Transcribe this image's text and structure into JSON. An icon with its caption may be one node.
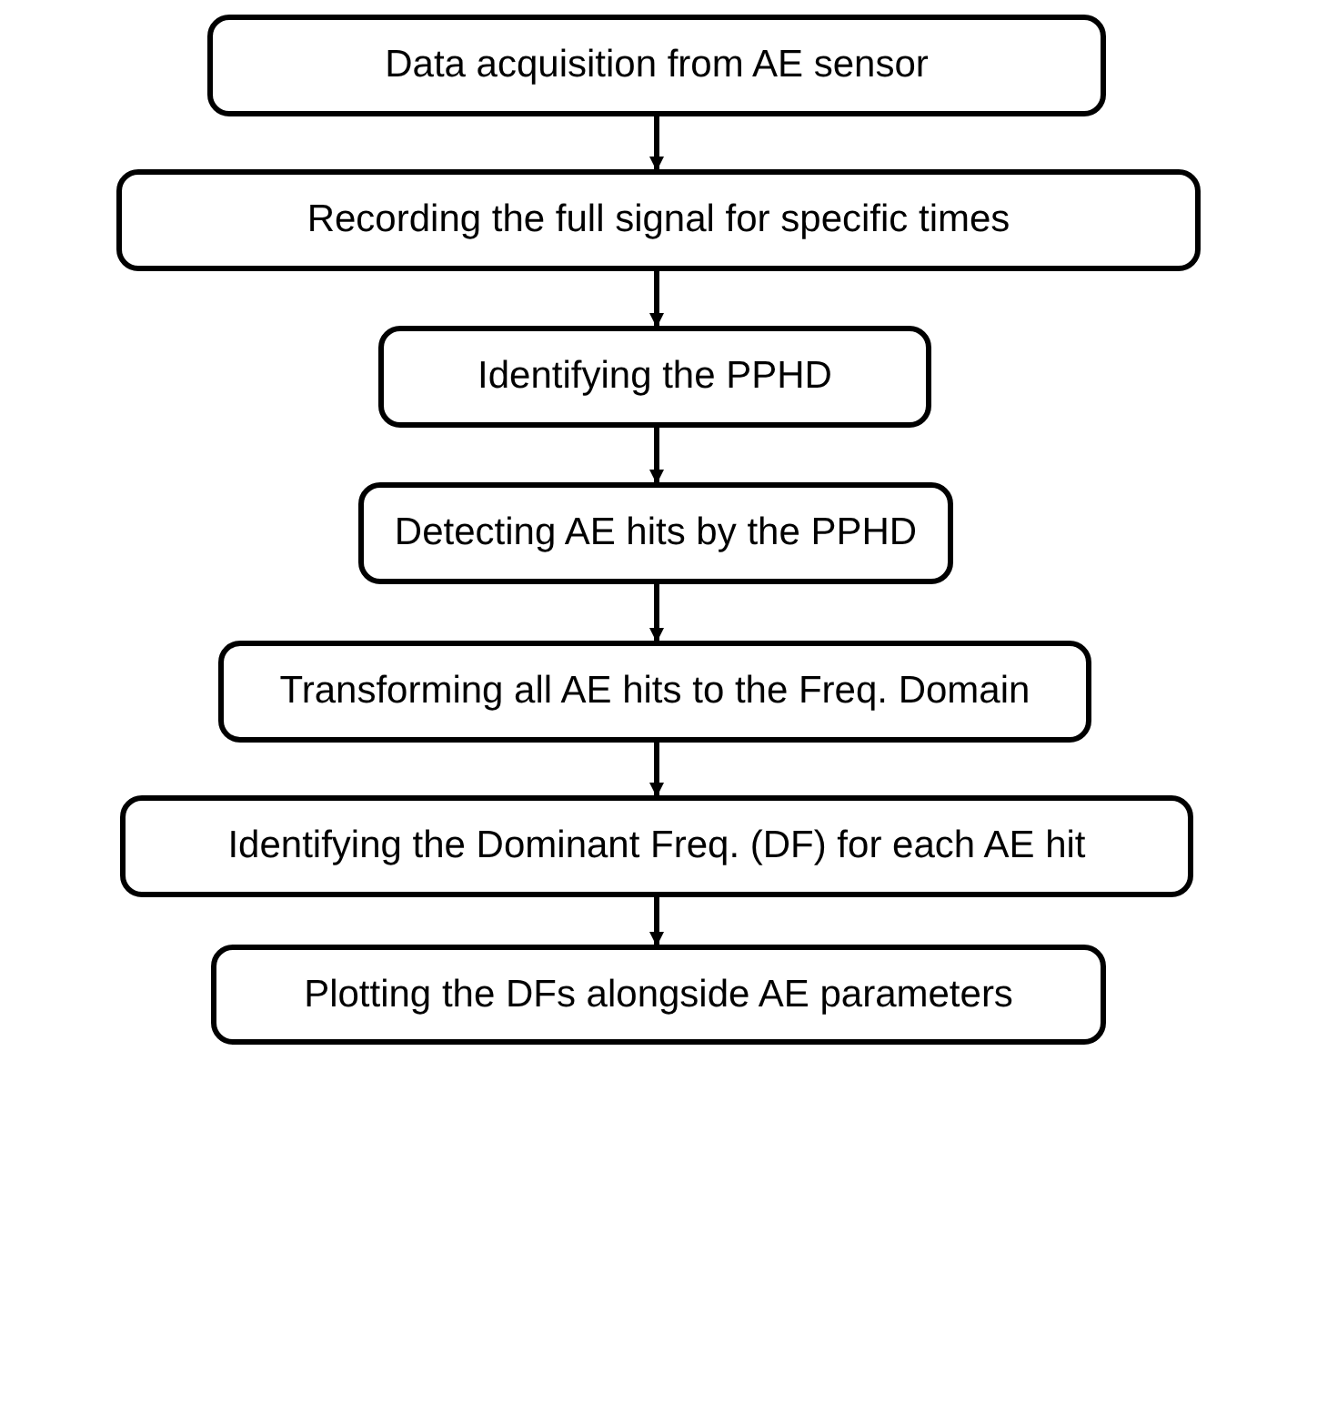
{
  "diagram": {
    "nodes": [
      {
        "text": [
          "Data acquisition from AE sensor"
        ]
      },
      {
        "text": [
          "Recording the full signal for specific times"
        ]
      },
      {
        "text": [
          "Identifying the PPHD"
        ]
      },
      {
        "text": [
          "Detecting AE hits by the PPHD"
        ]
      },
      {
        "text": [
          "Transforming all AE hits to the Freq. Domain"
        ]
      },
      {
        "text": [
          "Identifying the Dominant Freq. (DF) for each AE hit"
        ]
      },
      {
        "text": [
          "Plotting the DFs alongside AE parameters"
        ]
      }
    ],
    "edges": [
      {
        "from": 0,
        "to": 1,
        "arrow": "to"
      },
      {
        "from": 1,
        "to": 2,
        "arrow": "to"
      },
      {
        "from": 2,
        "to": 3,
        "arrow": "to"
      },
      {
        "from": 3,
        "to": 4,
        "arrow": "to"
      },
      {
        "from": 4,
        "to": 5,
        "arrow": "to"
      },
      {
        "from": 5,
        "to": 6,
        "arrow": "to"
      }
    ]
  }
}
